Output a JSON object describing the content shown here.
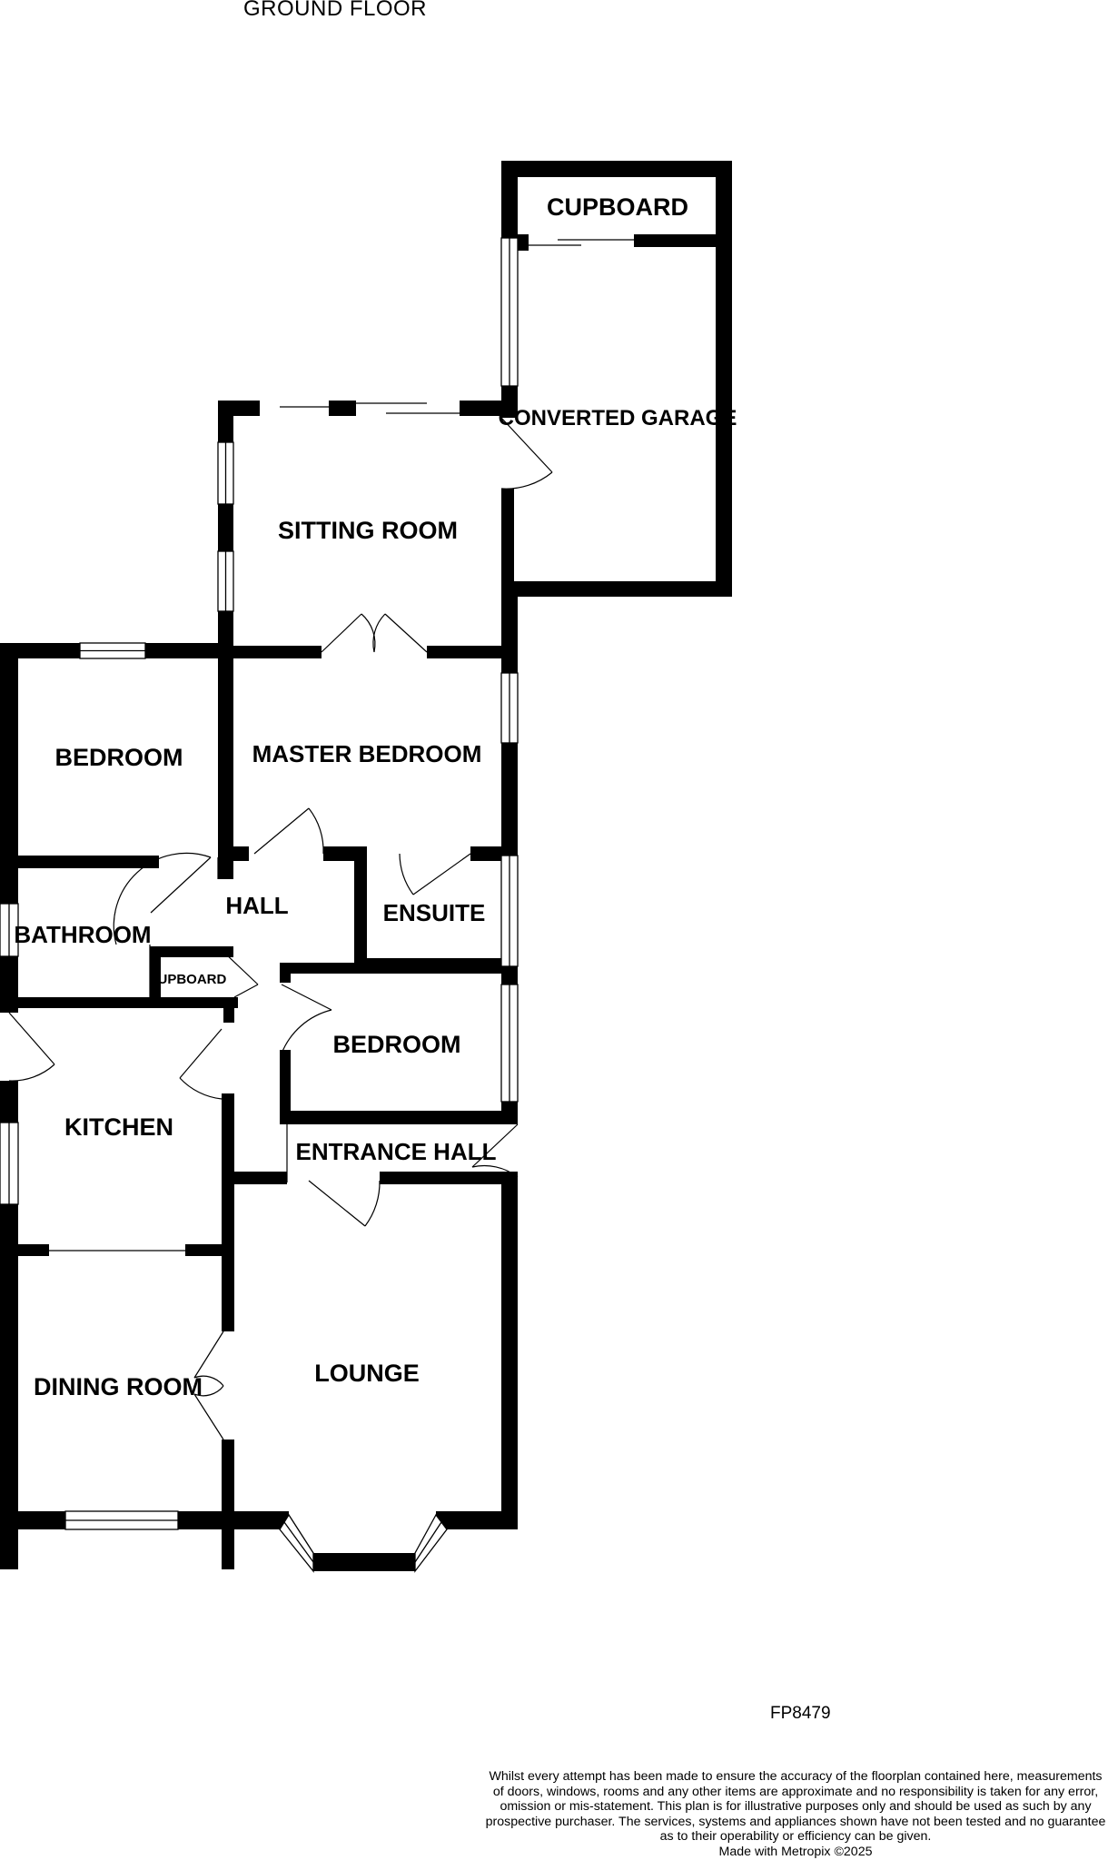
{
  "floor_title": "GROUND FLOOR",
  "reference": "FP8479",
  "rooms": {
    "cupboard_top": "CUPBOARD",
    "converted_garage": "CONVERTED GARAGE",
    "sitting_room": "SITTING ROOM",
    "bedroom_left": "BEDROOM",
    "master_bedroom": "MASTER BEDROOM",
    "hall": "HALL",
    "ensuite": "ENSUITE",
    "bathroom": "BATHROOM",
    "cupboard_small": "CUPBOARD",
    "bedroom_right": "BEDROOM",
    "kitchen": "KITCHEN",
    "entrance_hall": "ENTRANCE HALL",
    "dining_room": "DINING ROOM",
    "lounge": "LOUNGE"
  },
  "disclaimer_lines": [
    "Whilst every attempt has been made to ensure the accuracy of the floorplan contained here, measurements",
    "of doors, windows, rooms and any other items are approximate and no responsibility is taken for any error,",
    "omission or mis-statement. This plan is for illustrative purposes only and should be used as such by any",
    "prospective purchaser. The services, systems and appliances shown have not been tested and no guarantee",
    "as to their operability or efficiency can be given."
  ],
  "credit": "Made with Metropix ©2025"
}
